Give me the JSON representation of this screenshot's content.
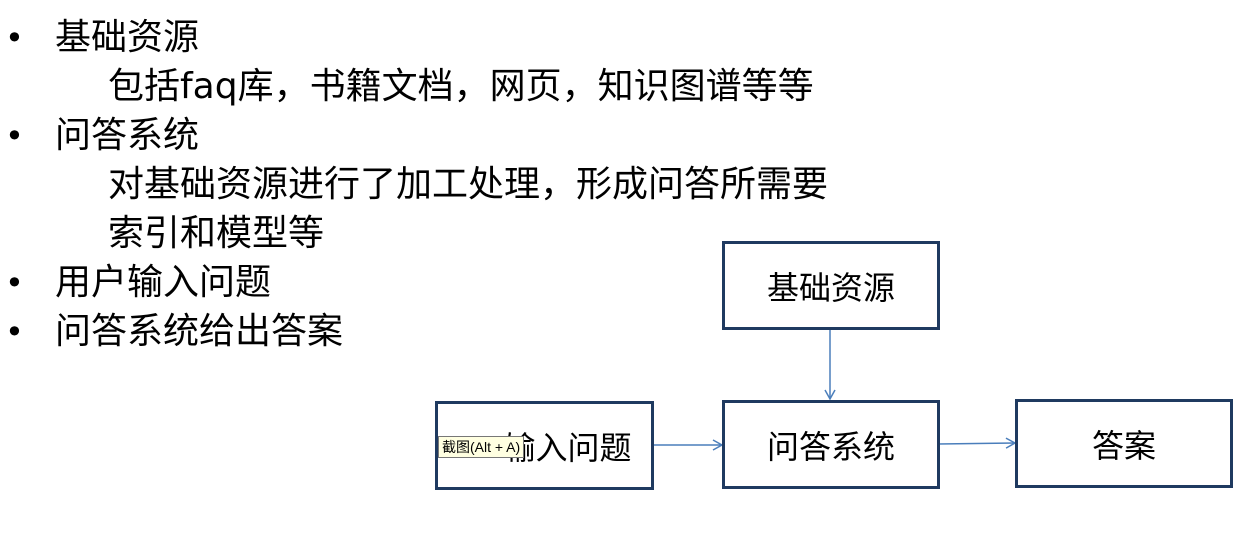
{
  "bullets": [
    {
      "text": "基础资源",
      "sub": [
        "包括faq库，书籍文档，网页，知识图谱等等"
      ]
    },
    {
      "text": "问答系统",
      "sub": [
        "对基础资源进行了加工处理，形成问答所需要",
        "索引和模型等"
      ]
    },
    {
      "text": "用户输入问题",
      "sub": []
    },
    {
      "text": "问答系统给出答案",
      "sub": []
    }
  ],
  "bullet_symbol": "•",
  "diagram": {
    "nodes": {
      "resource": "基础资源",
      "qa": "问答系统",
      "question": "输入问题",
      "answer": "答案"
    },
    "border_color": "#1f3a60",
    "arrow_color": "#4a7ebb"
  },
  "tooltip": "截图(Alt + A)"
}
